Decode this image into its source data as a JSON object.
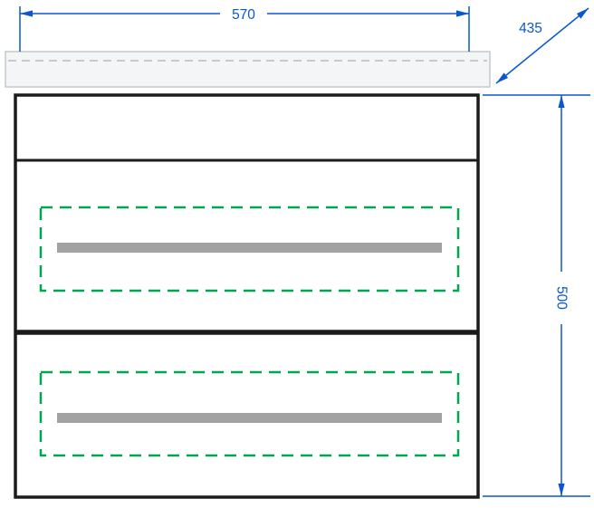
{
  "diagram": {
    "type": "technical-dimension-drawing",
    "dimensions": {
      "width": "570",
      "depth": "435",
      "height": "500"
    },
    "colors": {
      "dimension_lines": "#0b57d0",
      "drawer_inner_outline": "#00a651",
      "handle_fill": "#a2a2a2",
      "cabinet_outline": "#1b1b1b",
      "countertop_fill": "#f3f5f6",
      "countertop_border": "#c3c9cc"
    }
  }
}
